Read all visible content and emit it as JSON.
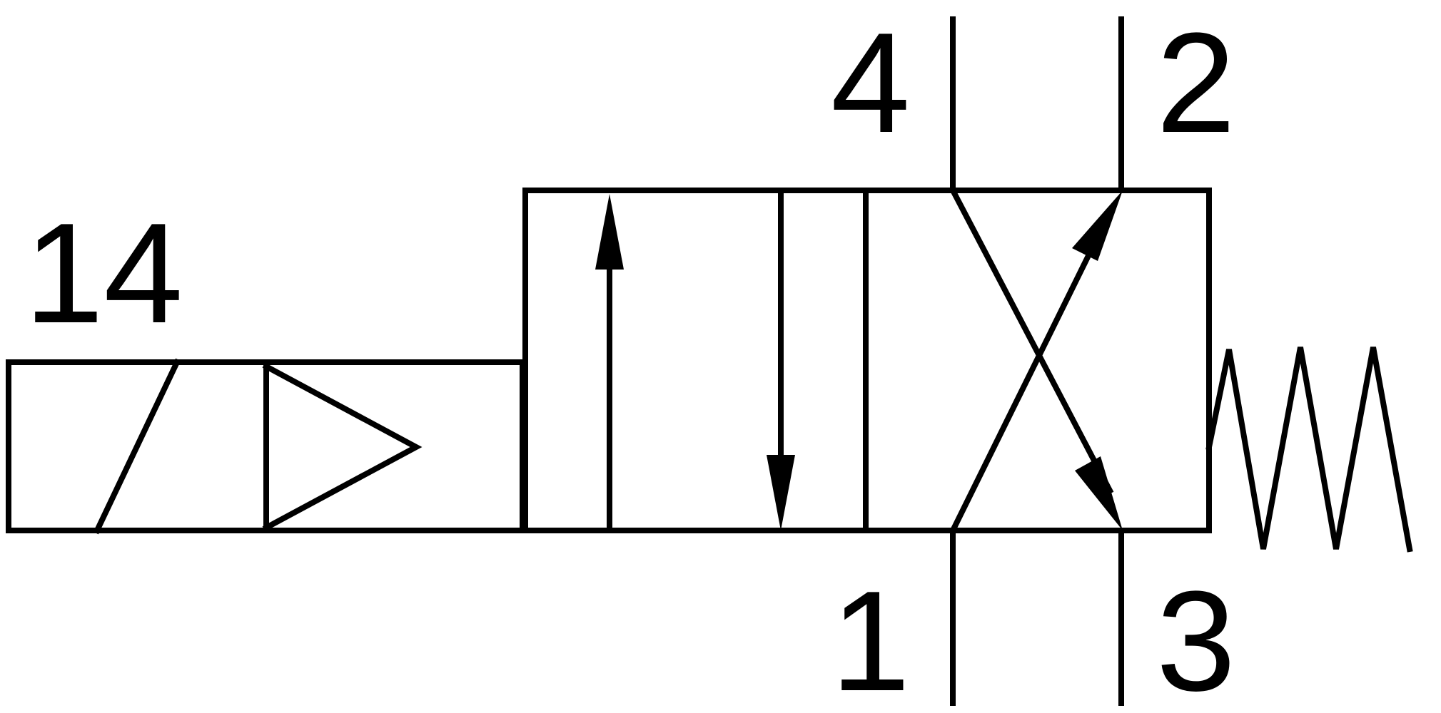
{
  "symbol": {
    "colors": {
      "line": "#000000",
      "background": "#ffffff"
    },
    "labels": {
      "actuator": "14",
      "port_a": "4",
      "port_b": "2",
      "port_p": "1",
      "port_t": "3"
    }
  }
}
